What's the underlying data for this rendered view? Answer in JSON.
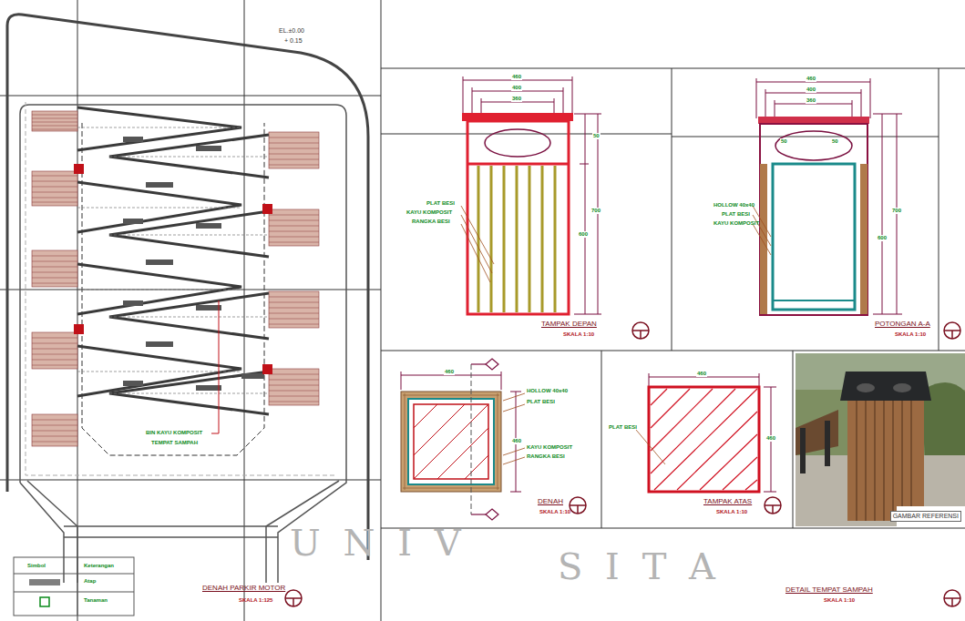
{
  "diagram": {
    "labels": [
      "EL.±0.00",
      "+ 0.15",
      "BIN KAYU KOMPOSIT",
      "TEMPAT SAMPAH",
      "Simbol",
      "Keterangan",
      "DENAH PARKIR MOTOR",
      "SKALA 1:125",
      "460",
      "400",
      "360",
      "50",
      "700",
      "600",
      "PLAT BESI",
      "KAYU KOMPOSIT",
      "RANGKA BESI",
      "TAMPAK DEPAN",
      "SKALA 1:10",
      "460",
      "400",
      "360",
      "50",
      "50",
      "700",
      "600",
      "HOLLOW 40x40",
      "PLAT BESI",
      "KAYU KOMPOSIT",
      "POTONGAN A-A",
      "SKALA 1:10",
      "460",
      "HOLLOW 40x40",
      "PLAT BESI",
      "460",
      "KAYU KOMPOSIT",
      "RANGKA BESI",
      "DENAH",
      "SKALA 1:10",
      "460",
      "PLAT BESI",
      "460",
      "TAMPAK ATAS",
      "SKALA 1:10",
      "GAMBAR REFERENSI",
      "DETAIL TEMPAT SAMPAH",
      "SKALA 1:10",
      "U N I V",
      "S I T A"
    ],
    "legend": [
      {
        "text": "Atap",
        "color": "#7f7f7f"
      },
      {
        "text": "Tanaman"
      }
    ]
  }
}
